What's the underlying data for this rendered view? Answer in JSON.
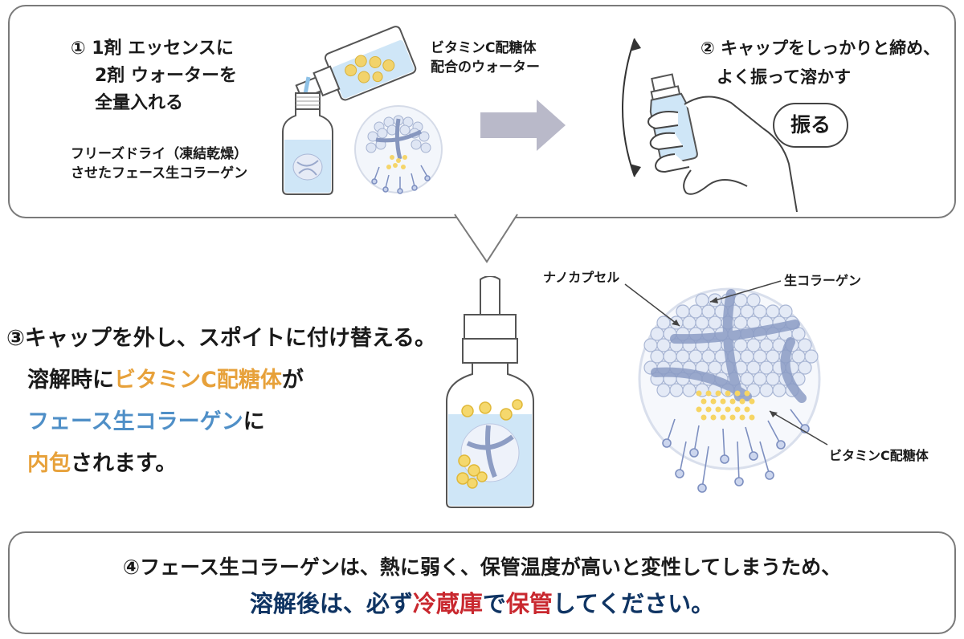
{
  "step1": {
    "line1": "① 1剤 エッセンスに",
    "line2": "2剤 ウォーターを",
    "line3": "全量入れる",
    "water_label_1": "ビタミンC配糖体",
    "water_label_2": "配合のウォーター",
    "collagen_label_1": "フリーズドライ（凍結乾燥）",
    "collagen_label_2": "させたフェース生コラーゲン"
  },
  "step2": {
    "line1": "② キャップをしっかりと締め、",
    "line2": "よく振って溶かす",
    "shake_badge": "振る"
  },
  "step3": {
    "line1": "③キャップを外し、スポイトに付け替える。",
    "line2_a": "溶解時に",
    "line2_b": "ビタミンC配糖体",
    "line2_c": "が",
    "line3_a": "フェース生コラーゲン",
    "line3_b": "に",
    "line4_a": "内包",
    "line4_b": "されます。"
  },
  "capsule_labels": {
    "nanocapsule": "ナノカプセル",
    "raw_collagen": "生コラーゲン",
    "vitamin_c": "ビタミンC配糖体"
  },
  "step4": {
    "line1": "④フェース生コラーゲンは、熱に弱く、保管温度が高いと変性してしまうため、",
    "line2_a": "溶解後は、必ず",
    "line2_b": "冷蔵庫",
    "line2_c": "で",
    "line2_d": "保管",
    "line2_e": "してください。"
  },
  "colors": {
    "orange": "#e7a13a",
    "blue": "#4f8fc7",
    "navy": "#0f3463",
    "red": "#c9282f",
    "water": "#cfe6f7",
    "arrow": "#b9b9c9"
  },
  "icons": [
    "pour-bottle-icon",
    "essence-bottle-icon",
    "capsule-sphere-icon",
    "process-arrow-icon",
    "shaking-hand-icon",
    "dropper-bottle-icon",
    "nanocapsule-diagram"
  ]
}
